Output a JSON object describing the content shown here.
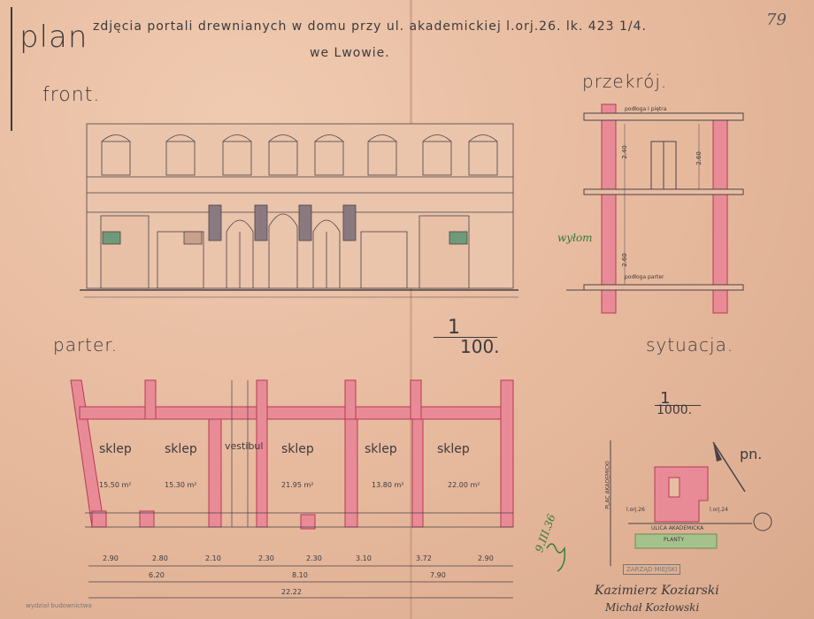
{
  "title": {
    "plan": "plan",
    "line1": "zdjęcia portali drewnianych w domu przy ul. akademickiej l.orj.26. lk. 423 1/4.",
    "line2": "we Lwowie.",
    "page_no": "79"
  },
  "sections": {
    "front": "front.",
    "section": "przekrój.",
    "ground": "parter.",
    "site": "sytuacja."
  },
  "scales": {
    "main": "1/100.",
    "main_num": "1",
    "main_den": "100.",
    "site_num": "1",
    "site_den": "1000."
  },
  "rooms": [
    {
      "name": "sklep",
      "area": "15.50 m²"
    },
    {
      "name": "sklep",
      "area": "15.30 m²"
    },
    {
      "name": "vestibul",
      "area": ""
    },
    {
      "name": "sklep",
      "area": "21.95 m²"
    },
    {
      "name": "sklep",
      "area": "13.80 m²"
    },
    {
      "name": "sklep",
      "area": "22.00 m²"
    }
  ],
  "dimensions": {
    "row1": [
      "2.90",
      "2.80",
      "2.10",
      "2.30",
      "2.30",
      "3.10",
      "3.72",
      "2.90"
    ],
    "row2": [
      "6.20",
      "8.10",
      "7.90"
    ],
    "total": "22.22"
  },
  "section_labels": {
    "floor_top": "podłoga I piętra",
    "floor_bottom": "podłoga parter",
    "green_note": "wyłom",
    "h1": "2.40",
    "h2": "2.60",
    "h3": "2.60"
  },
  "site_labels": {
    "street": "ULICA AKADEMICKA",
    "square": "PLAC AKADEMICKI",
    "north": "pn.",
    "plot_left": "l.orj.26",
    "plot_right": "l.orj.24",
    "planty": "PLANTY"
  },
  "annotations": {
    "green_date": "9.III.36",
    "signatures": [
      "Kazimierz Koziarski",
      "Michał Kozłowski"
    ],
    "stamp": "ZARZĄD MIEJSKI",
    "small_stamp": "wydział budownictwa"
  },
  "colors": {
    "paper": "#e9bda2",
    "wall": "#e98b97",
    "wall_edge": "#b23b55",
    "ink": "#3d3a3d",
    "green": "#2f7a3c"
  }
}
